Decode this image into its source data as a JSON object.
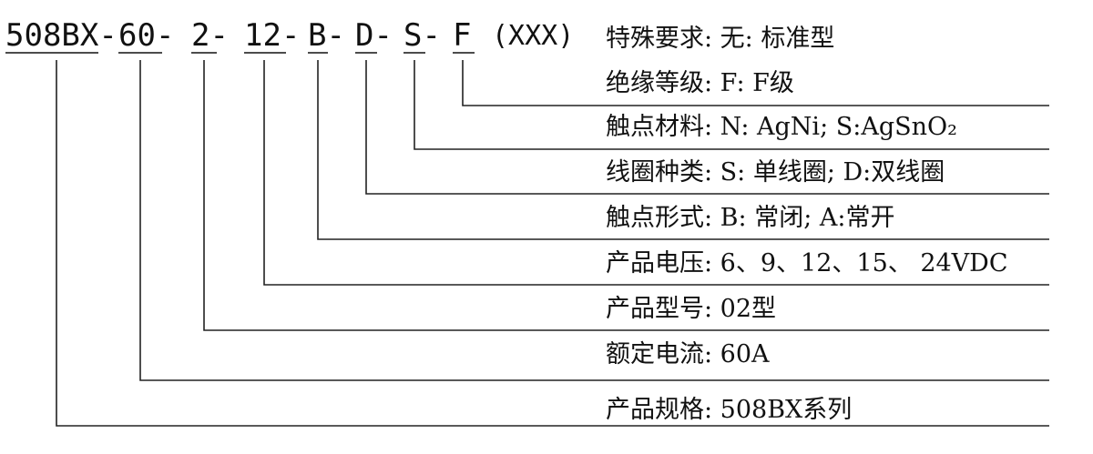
{
  "code": {
    "segments": [
      "508BX-",
      "60-",
      "2-",
      "12-",
      "B-",
      "D-",
      "S-",
      "F"
    ],
    "suffix": "(XXX)"
  },
  "descriptions": [
    "特殊要求: 无: 标准型",
    "绝缘等级: F: F级",
    "触点材料: N: AgNi;    S:AgSnO₂",
    "线圈种类: S: 单线圈; D:双线圈",
    "触点形式: B: 常闭; A:常开",
    "产品电压: 6、9、12、15、 24VDC",
    "产品型号: 02型",
    "额定电流: 60A",
    "产品规格: 508BX系列"
  ]
}
